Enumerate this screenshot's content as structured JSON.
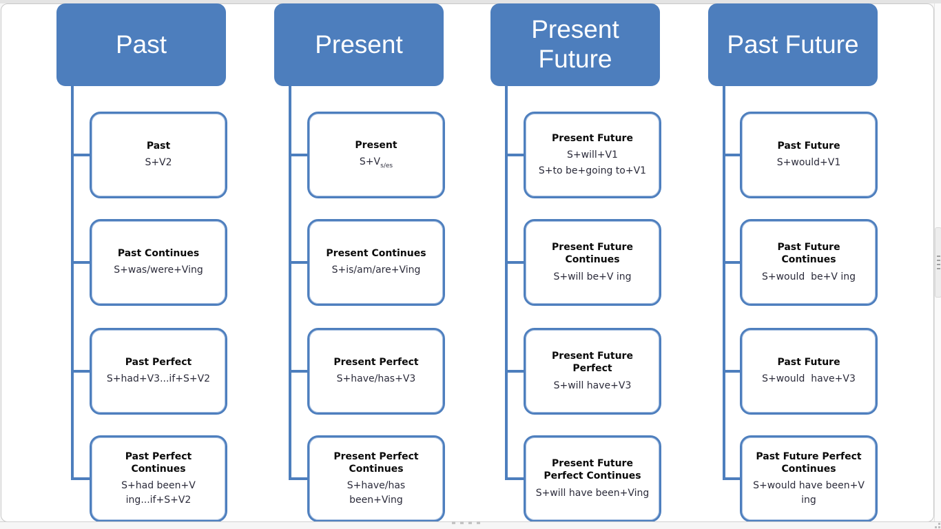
{
  "colors": {
    "header_fill": "#4d7ebd",
    "box_border": "#4e7fbe",
    "connector": "#4d7ebd",
    "formula_text": "#2b2b3a",
    "header_text": "#ffffff"
  },
  "columns": [
    {
      "id": "past",
      "title": "Past",
      "boxes": [
        {
          "title": "Past",
          "lines": [
            "S+V2"
          ]
        },
        {
          "title": "Past Continues",
          "lines": [
            "S+was/were+Ving"
          ]
        },
        {
          "title": "Past Perfect",
          "lines": [
            "S+had+V3...if+S+V2"
          ]
        },
        {
          "title": "Past Perfect Continues",
          "lines": [
            "S+had been+V",
            "ing...if+S+V2"
          ]
        }
      ]
    },
    {
      "id": "present",
      "title": "Present",
      "boxes": [
        {
          "title": "Present",
          "formula_main": "S+V",
          "formula_sub": "s/es"
        },
        {
          "title": "Present Continues",
          "lines": [
            "S+is/am/are+Ving"
          ]
        },
        {
          "title": "Present Perfect",
          "lines": [
            "S+have/has+V3"
          ]
        },
        {
          "title": "Present Perfect Continues",
          "lines": [
            "S+have/has",
            "been+Ving"
          ]
        }
      ]
    },
    {
      "id": "present-future",
      "title": "Present Future",
      "boxes": [
        {
          "title": "Present Future",
          "lines": [
            "S+will+V1",
            "S+to be+going to+V1"
          ]
        },
        {
          "title": "Present Future Continues",
          "lines": [
            "S+will be+V ing"
          ]
        },
        {
          "title": "Present Future Perfect",
          "lines": [
            "S+will have+V3"
          ]
        },
        {
          "title": "Present Future Perfect Continues",
          "lines": [
            "S+will have been+Ving"
          ]
        }
      ]
    },
    {
      "id": "past-future",
      "title": "Past Future",
      "boxes": [
        {
          "title": "Past Future",
          "lines": [
            "S+would+V1"
          ]
        },
        {
          "title": "Past Future Continues",
          "lines": [
            "S+would  be+V ing"
          ]
        },
        {
          "title": "Past Future",
          "lines": [
            "S+would  have+V3"
          ]
        },
        {
          "title": "Past Future Perfect Continues",
          "lines": [
            "S+would have been+V",
            "ing"
          ]
        }
      ]
    }
  ]
}
